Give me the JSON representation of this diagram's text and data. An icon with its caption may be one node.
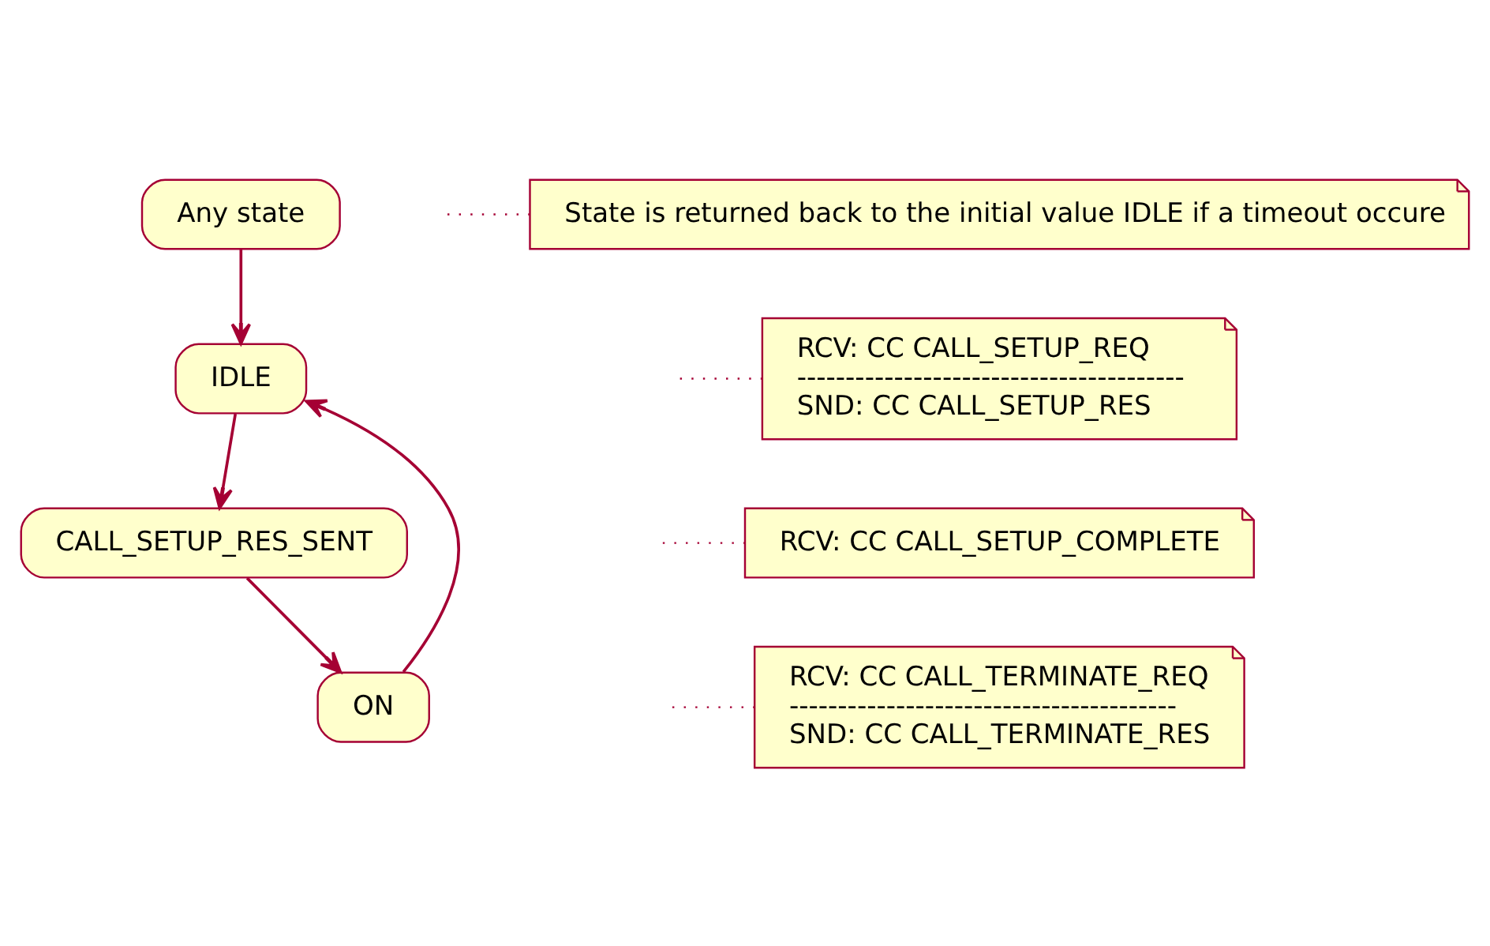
{
  "diagram": {
    "nodes": [
      {
        "text": [
          "Any state"
        ]
      },
      {
        "text": [
          "IDLE"
        ]
      },
      {
        "text": [
          "CALL_SETUP_RES_SENT"
        ]
      },
      {
        "text": [
          "ON"
        ]
      },
      {
        "text": [
          "State is returned back to the initial value IDLE if a timeout occure"
        ]
      },
      {
        "text": [
          "RCV: CC CALL_SETUP_REQ",
          "----------------------------------------",
          "SND: CC CALL_SETUP_RES"
        ]
      },
      {
        "text": [
          "RCV: CC CALL_SETUP_COMPLETE"
        ]
      },
      {
        "text": [
          "RCV: CC CALL_TERMINATE_REQ",
          "----------------------------------------",
          "SND: CC CALL_TERMINATE_RES"
        ]
      }
    ],
    "edges": [
      {
        "from": 0,
        "to": 1,
        "arrow": "to"
      },
      {
        "from": 1,
        "to": 2,
        "arrow": "to"
      },
      {
        "from": 2,
        "to": 3,
        "arrow": "to"
      },
      {
        "from": 3,
        "to": 1,
        "arrow": "to"
      },
      {
        "from": 4,
        "to": null,
        "arrow": "none",
        "style": "dashed"
      },
      {
        "from": 5,
        "to": null,
        "arrow": "none",
        "style": "dashed"
      },
      {
        "from": 6,
        "to": null,
        "arrow": "none",
        "style": "dashed"
      },
      {
        "from": 7,
        "to": null,
        "arrow": "none",
        "style": "dashed"
      }
    ]
  }
}
